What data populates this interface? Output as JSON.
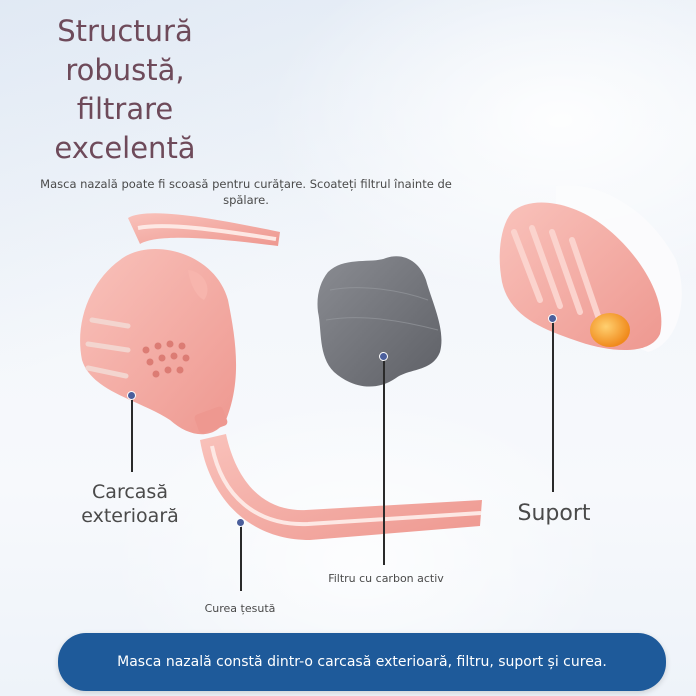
{
  "headline": "Structură robustă, filtrare excelentă",
  "subtitle": "Masca nazală poate fi scoasă pentru curățare. Scoateți filtrul înainte de spălare.",
  "labels": {
    "shell": "Carcasă exterioară",
    "support": "Suport",
    "filter": "Filtru cu carbon activ",
    "strap": "Curea țesută"
  },
  "banner": "Masca nazală constă dintr-o carcasă exterioară, filtru, suport și curea.",
  "colors": {
    "shell_pink": "#f4a8a0",
    "filter_gray": "#6d6f75",
    "banner_blue": "#1e5a9a",
    "headline": "#6e4a5a",
    "support_orange": "#f5a13a"
  }
}
